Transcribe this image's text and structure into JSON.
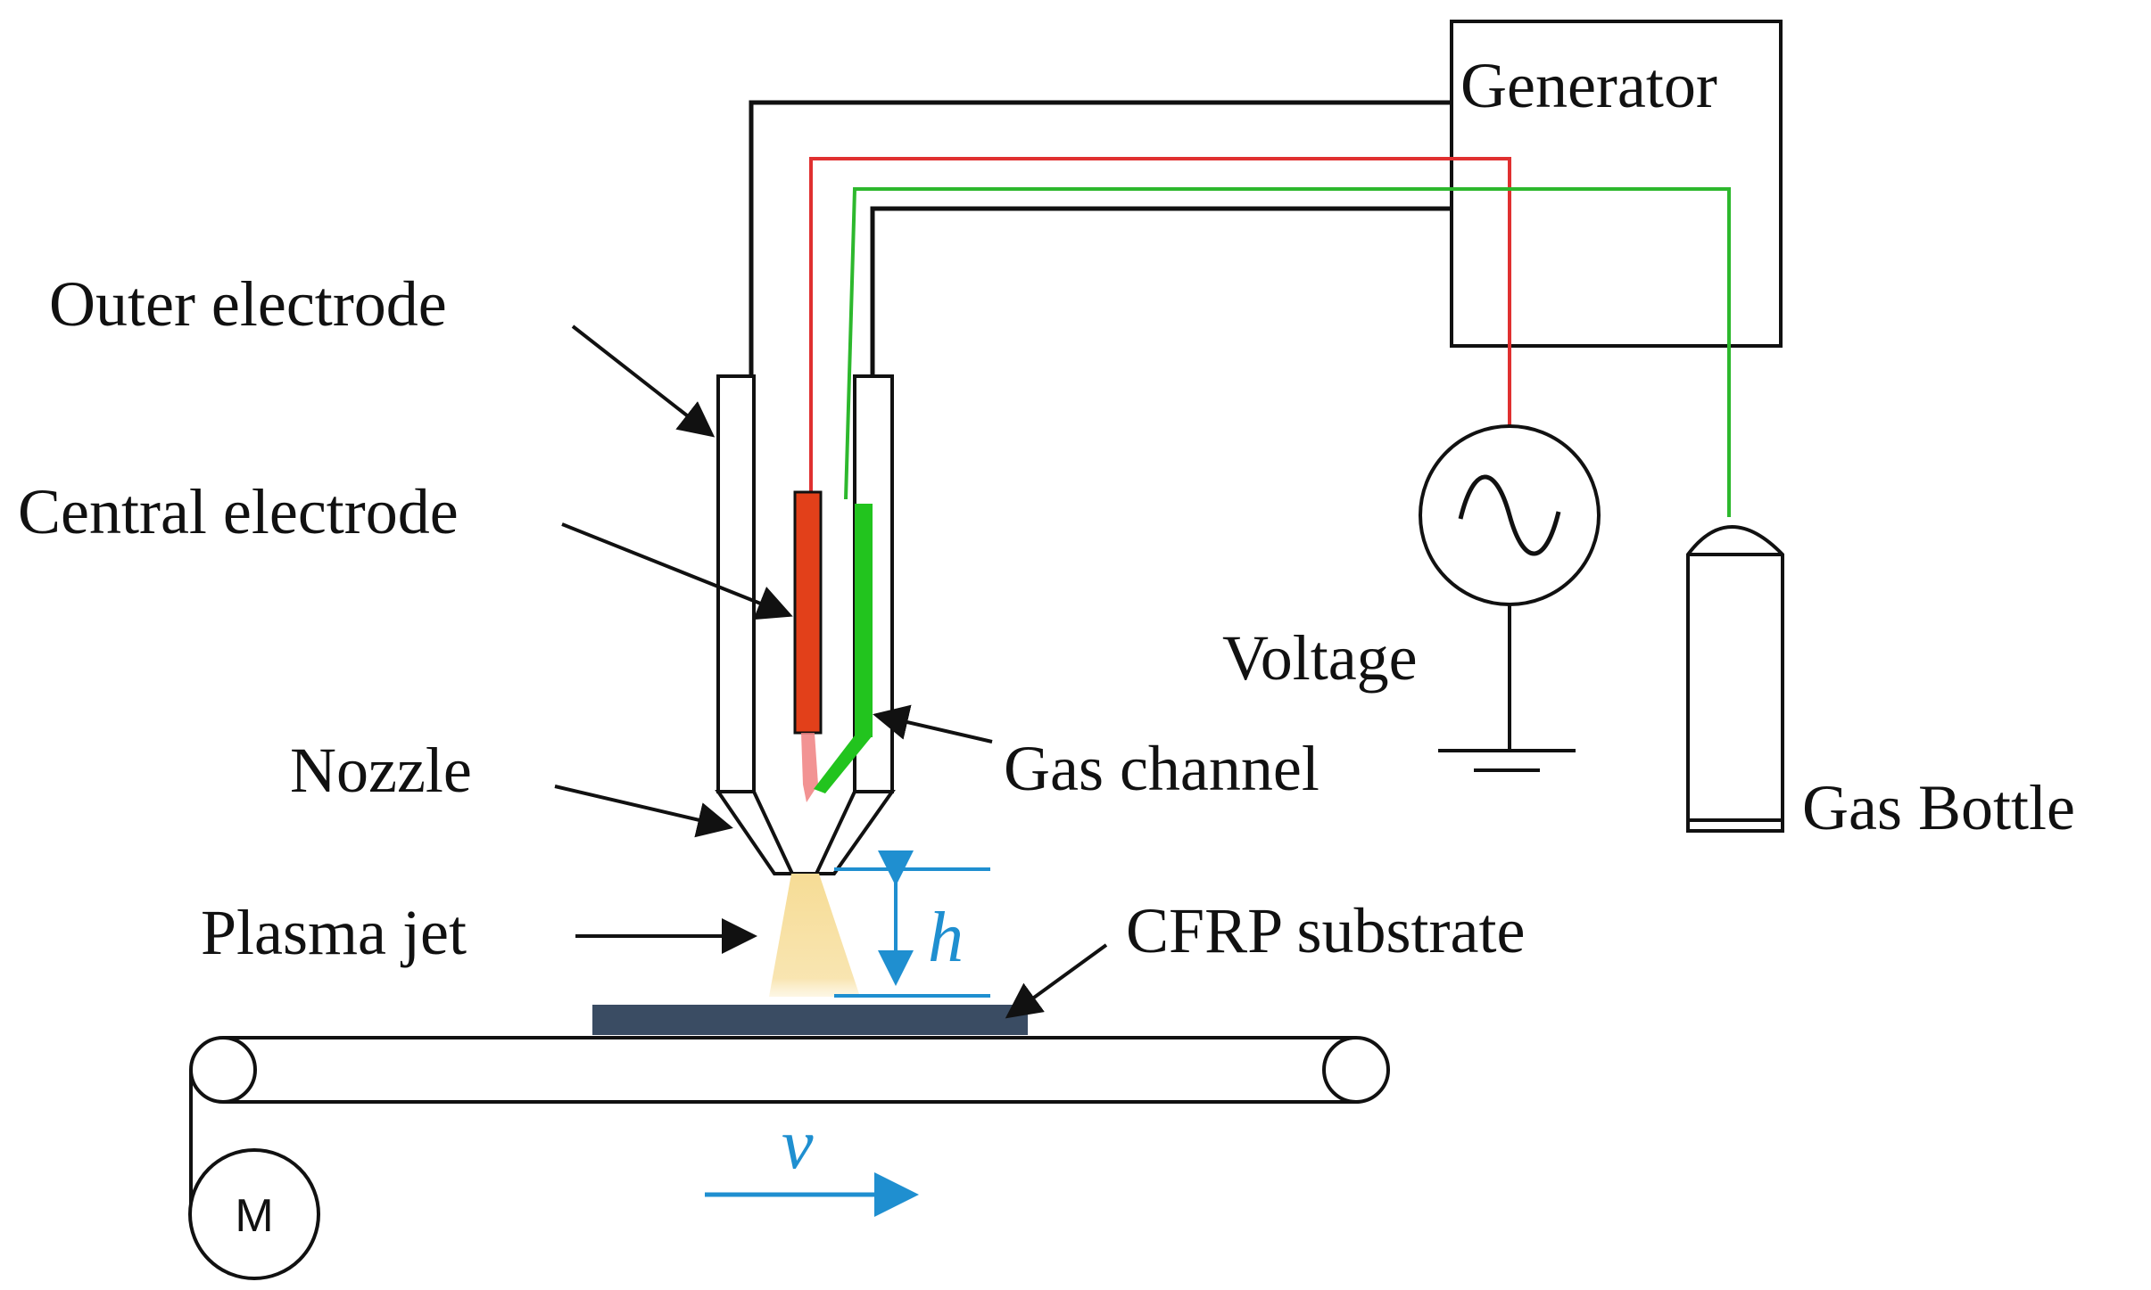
{
  "labels": {
    "generator": "Generator",
    "outer_electrode": "Outer electrode",
    "central_electrode": "Central electrode",
    "nozzle": "Nozzle",
    "plasma_jet": "Plasma jet",
    "voltage": "Voltage",
    "gas_channel": "Gas channel",
    "gas_bottle": "Gas Bottle",
    "cfrp_substrate": "CFRP substrate",
    "height_symbol": "h",
    "velocity_symbol": "v",
    "motor_symbol": "M"
  },
  "colors": {
    "line": "#111111",
    "hv_wire": "#e03030",
    "gas_wire": "#2db82d",
    "central_electrode": "#e2401a",
    "gas_channel": "#22c41e",
    "plasma": "#f6dc95",
    "dimension": "#1f8fd0",
    "substrate": "#3a4c63"
  },
  "icons": {
    "ac_source": "ac-source-icon",
    "ground": "ground-icon",
    "motor": "motor-icon"
  }
}
